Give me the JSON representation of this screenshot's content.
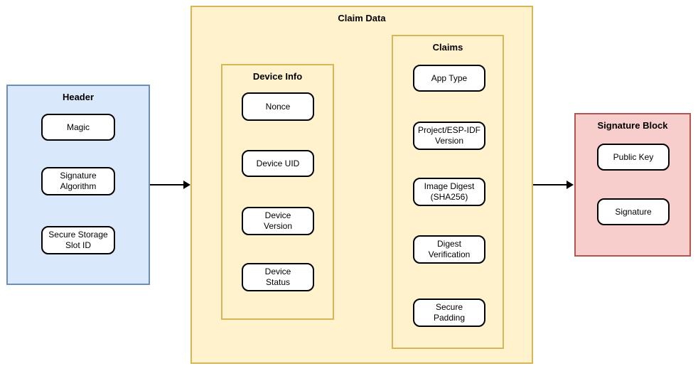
{
  "colors": {
    "header_fill": "#dae8fc",
    "header_border": "#6c8ebf",
    "claim_fill": "#fff2cc",
    "claim_border": "#d6b656",
    "signature_fill": "#f8cecc",
    "signature_border": "#b85450",
    "node_fill": "#ffffff",
    "node_border": "#000000",
    "arrow": "#000000"
  },
  "header": {
    "title": "Header",
    "items": [
      "Magic",
      "Signature\nAlgorithm",
      "Secure Storage\nSlot ID"
    ]
  },
  "claim_data": {
    "title": "Claim Data",
    "device_info": {
      "title": "Device Info",
      "items": [
        "Nonce",
        "Device UID",
        "Device\nVersion",
        "Device\nStatus"
      ]
    },
    "claims": {
      "title": "Claims",
      "items": [
        "App Type",
        "Project/ESP-IDF\nVersion",
        "Image Digest\n(SHA256)",
        "Digest\nVerification",
        "Secure\nPadding"
      ]
    }
  },
  "signature_block": {
    "title": "Signature Block",
    "items": [
      "Public Key",
      "Signature"
    ]
  }
}
